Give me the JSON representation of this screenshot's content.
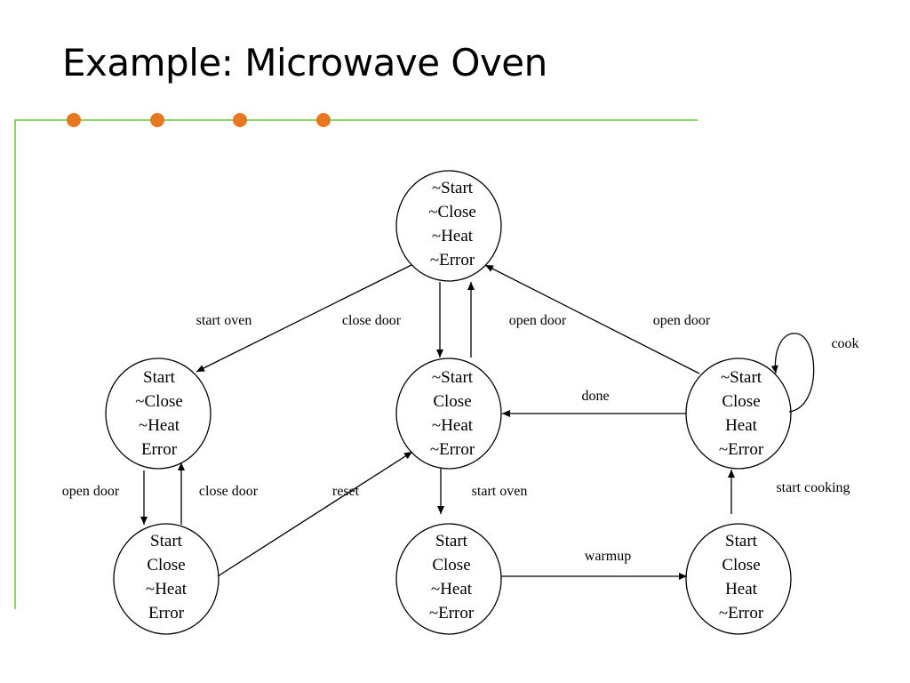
{
  "slide": {
    "title": "Example: Microwave Oven",
    "accent_line_color": "#66cc33",
    "bullet_color": "#e87722"
  },
  "states": {
    "s_top": {
      "lines": [
        "~Start",
        "~Close",
        "~Heat",
        "~Error"
      ]
    },
    "s_mid": {
      "lines": [
        "~Start",
        "Close",
        "~Heat",
        "~Error"
      ]
    },
    "s_right": {
      "lines": [
        "~Start",
        "Close",
        "Heat",
        "~Error"
      ]
    },
    "s_left": {
      "lines": [
        "Start",
        "~Close",
        "~Heat",
        "Error"
      ]
    },
    "s_bl": {
      "lines": [
        "Start",
        "Close",
        "~Heat",
        "Error"
      ]
    },
    "s_bm": {
      "lines": [
        "Start",
        "Close",
        "~Heat",
        "~Error"
      ]
    },
    "s_br": {
      "lines": [
        "Start",
        "Close",
        "Heat",
        "~Error"
      ]
    }
  },
  "transitions": [
    {
      "id": "t-start-oven-top",
      "from": "s_top",
      "to": "s_left",
      "label": "start oven"
    },
    {
      "id": "t-close-door-top",
      "from": "s_top",
      "to": "s_mid",
      "label": "close door"
    },
    {
      "id": "t-open-door-mid",
      "from": "s_mid",
      "to": "s_top",
      "label": "open door"
    },
    {
      "id": "t-open-door-right",
      "from": "s_right",
      "to": "s_top",
      "label": "open door"
    },
    {
      "id": "t-cook",
      "from": "s_right",
      "to": "s_right",
      "label": "cook"
    },
    {
      "id": "t-done",
      "from": "s_right",
      "to": "s_mid",
      "label": "done"
    },
    {
      "id": "t-open-door-left",
      "from": "s_left",
      "to": "s_bl",
      "label": "open door"
    },
    {
      "id": "t-close-door-left",
      "from": "s_bl",
      "to": "s_left",
      "label": "close door"
    },
    {
      "id": "t-reset",
      "from": "s_bl",
      "to": "s_mid",
      "label": "reset"
    },
    {
      "id": "t-start-oven-mid",
      "from": "s_mid",
      "to": "s_bm",
      "label": "start oven"
    },
    {
      "id": "t-warmup",
      "from": "s_bm",
      "to": "s_br",
      "label": "warmup"
    },
    {
      "id": "t-start-cooking",
      "from": "s_br",
      "to": "s_right",
      "label": "start cooking"
    }
  ]
}
